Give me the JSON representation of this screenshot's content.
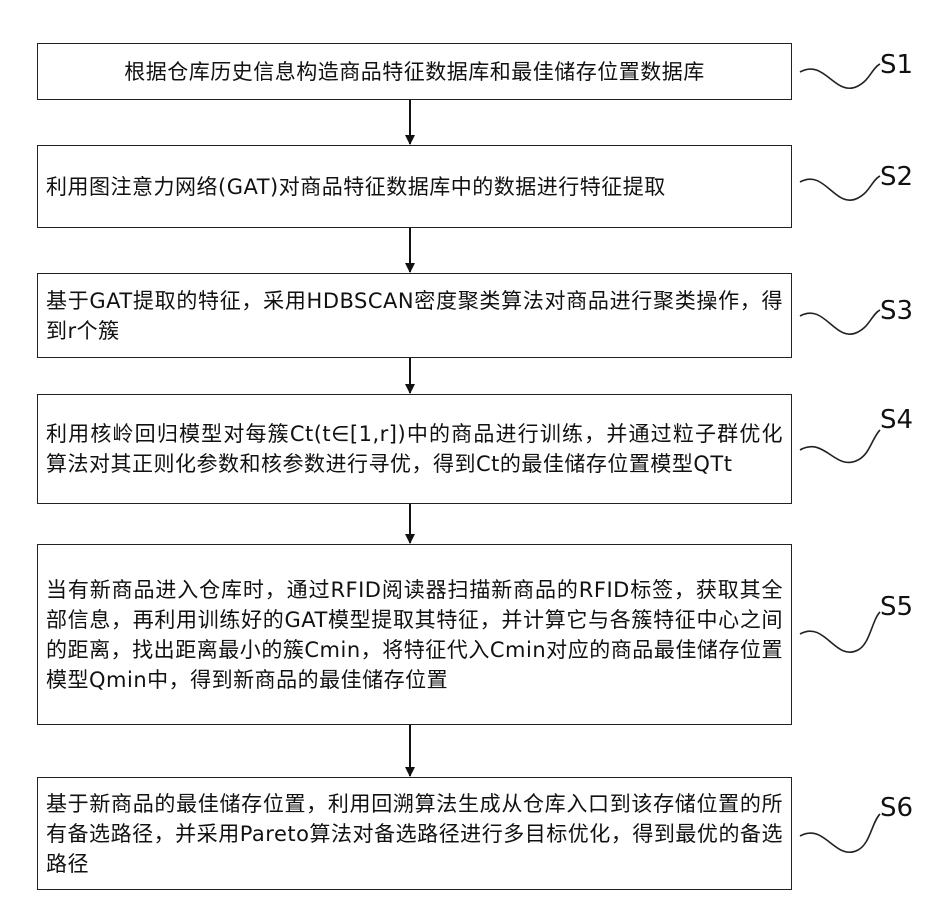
{
  "steps": [
    {
      "id": "S1",
      "text": "根据仓库历史信息构造商品特征数据库和最佳储存位置数据库"
    },
    {
      "id": "S2",
      "text": "利用图注意力网络(GAT)对商品特征数据库中的数据进行特征提取"
    },
    {
      "id": "S3",
      "text": "基于GAT提取的特征，采用HDBSCAN密度聚类算法对商品进行聚类操作，得到r个簇"
    },
    {
      "id": "S4",
      "text": "利用核岭回归模型对每簇Ct(t∈[1,r])中的商品进行训练，并通过粒子群优化算法对其正则化参数和核参数进行寻优，得到Ct的最佳储存位置模型QTt"
    },
    {
      "id": "S5",
      "text": "当有新商品进入仓库时，通过RFID阅读器扫描新商品的RFID标签，获取其全部信息，再利用训练好的GAT模型提取其特征，并计算它与各簇特征中心之间的距离，找出距离最小的簇Cmin，将特征代入Cmin对应的商品最佳储存位置模型Qmin中，得到新商品的最佳储存位置"
    },
    {
      "id": "S6",
      "text": "基于新商品的最佳储存位置，利用回溯算法生成从仓库入口到该存储位置的所有备选路径，并采用Pareto算法对备选路径进行多目标优化，得到最优的备选路径"
    }
  ]
}
